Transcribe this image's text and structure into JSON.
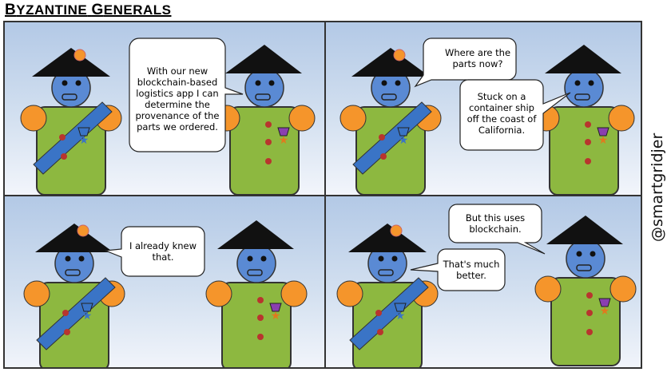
{
  "title": {
    "first_initial": "B",
    "first_rest": "YZANTINE",
    "second_initial": "G",
    "second_rest": "ENERALS"
  },
  "handle": "@smartgridjer",
  "panels": [
    {
      "bubbles": [
        "With our new blockchain-based logistics app I can determine the provenance of the parts we ordered."
      ]
    },
    {
      "bubbles": [
        "Where are the parts now?",
        "Stuck on a container ship off the coast of California."
      ]
    },
    {
      "bubbles": [
        "I already knew that."
      ]
    },
    {
      "bubbles": [
        "But this uses blockchain.",
        "That's much better."
      ]
    }
  ],
  "colors": {
    "body": "#8db840",
    "head": "#5a8ad4",
    "hat": "#111111",
    "shoulder": "#f5952b",
    "sash": "#3a74c6",
    "button": "#b8352e",
    "medal_blue": "#3a74c6",
    "medal_purple": "#8a3fb0",
    "medal_star_orange": "#e07a1e",
    "pompom": "#f5952b"
  }
}
